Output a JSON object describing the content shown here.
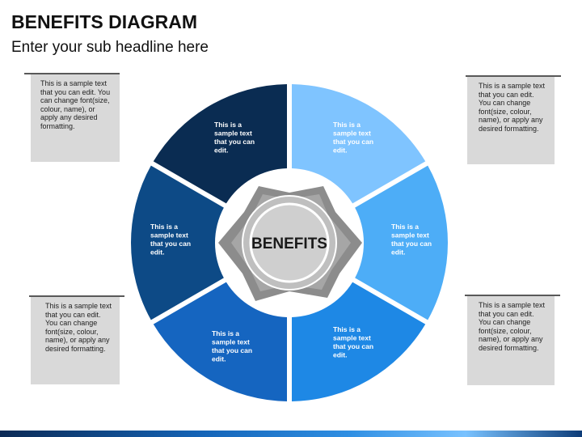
{
  "header": {
    "title": "BENEFITS DIAGRAM",
    "subtitle": "Enter your sub headline here"
  },
  "notes": {
    "top_left": "This is a sample text that you can edit. You can change font(size, colour, name), or apply any desired formatting.",
    "top_right": "This is a sample text that you can edit. You can change font(size, colour, name), or apply any desired formatting.",
    "bottom_left": "This is a sample text that you can edit. You can change font(size, colour, name), or apply any desired formatting.",
    "bottom_right": "This is a sample text that you can edit. You can change font(size, colour, name), or apply any desired formatting."
  },
  "diagram": {
    "center_label": "BENEFITS",
    "segments": [
      {
        "id": "top-left",
        "text": [
          "This is a",
          "sample text",
          "that you can",
          "edit."
        ],
        "color": "#0a2c52"
      },
      {
        "id": "top-right",
        "text": [
          "This is a",
          "sample text",
          "that you can",
          "edit."
        ],
        "color": "#7fc4ff"
      },
      {
        "id": "right",
        "text": [
          "This is a",
          "sample text",
          "that you can",
          "edit."
        ],
        "color": "#4dadf7"
      },
      {
        "id": "bottom-right",
        "text": [
          "This is a",
          "sample text",
          "that you can",
          "edit."
        ],
        "color": "#1e88e5"
      },
      {
        "id": "bottom-left",
        "text": [
          "This is a",
          "sample text",
          "that you can",
          "edit."
        ],
        "color": "#1565c0"
      },
      {
        "id": "left",
        "text": [
          "This is a",
          "sample text",
          "that you can",
          "edit."
        ],
        "color": "#0d4a86"
      }
    ]
  }
}
